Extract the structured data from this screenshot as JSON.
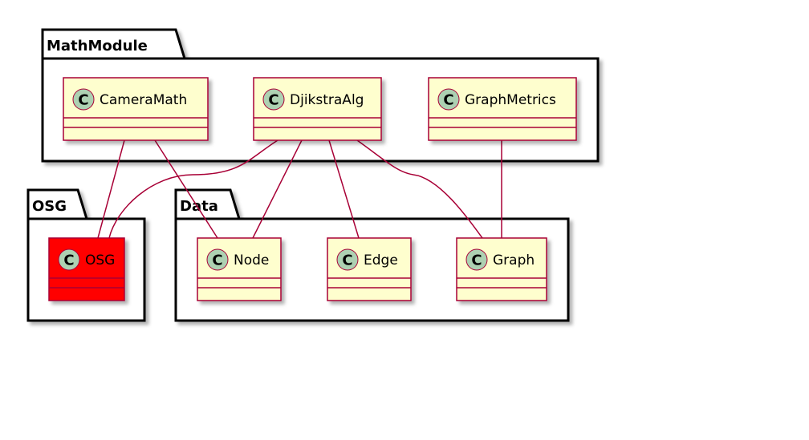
{
  "packages": {
    "math": {
      "title": "MathModule"
    },
    "osg": {
      "title": "OSG"
    },
    "data": {
      "title": "Data"
    }
  },
  "classes": {
    "camera_math": {
      "name": "CameraMath",
      "badge": "C"
    },
    "djikstra_alg": {
      "name": "DjikstraAlg",
      "badge": "C"
    },
    "graph_metrics": {
      "name": "GraphMetrics",
      "badge": "C"
    },
    "osg": {
      "name": "OSG",
      "badge": "C"
    },
    "node": {
      "name": "Node",
      "badge": "C"
    },
    "edge": {
      "name": "Edge",
      "badge": "C"
    },
    "graph": {
      "name": "Graph",
      "badge": "C"
    }
  },
  "relations": [
    {
      "from": "CameraMath",
      "to": "OSG"
    },
    {
      "from": "CameraMath",
      "to": "Node"
    },
    {
      "from": "DjikstraAlg",
      "to": "OSG"
    },
    {
      "from": "DjikstraAlg",
      "to": "Node"
    },
    {
      "from": "DjikstraAlg",
      "to": "Edge"
    },
    {
      "from": "DjikstraAlg",
      "to": "Graph"
    },
    {
      "from": "GraphMetrics",
      "to": "Graph"
    }
  ],
  "colors": {
    "class_fill": "#FEFECE",
    "class_border": "#A80036",
    "badge_fill": "#ADD1B2",
    "highlight_fill": "#FF0000",
    "package_border": "#000000",
    "shadow": "#C8C8C8"
  }
}
